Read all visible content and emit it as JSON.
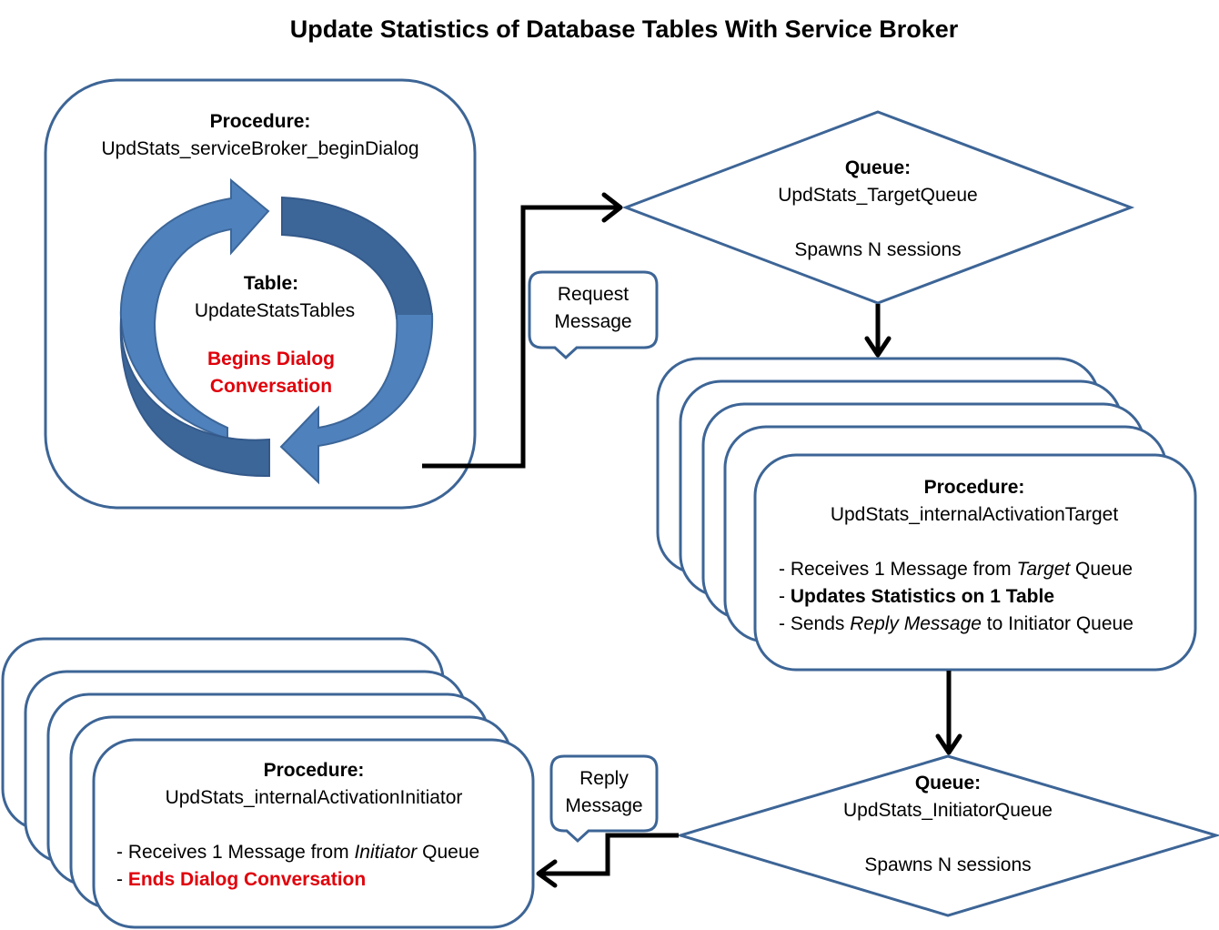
{
  "title": "Update Statistics of Database Tables With Service Broker",
  "colors": {
    "box_stroke": "#3d6596",
    "arrow_light": "#4f81bd",
    "arrow_dark": "#3c6698",
    "highlight_red": "#e0000a"
  },
  "begin_dialog_box": {
    "heading": "Procedure:",
    "name": "UpdStats_serviceBroker_beginDialog",
    "table_heading": "Table:",
    "table_name": "UpdateStatsTables",
    "action_line1": "Begins Dialog",
    "action_line2": "Conversation",
    "icon": "cycle-arrows-icon"
  },
  "request_callout": {
    "line1": "Request",
    "line2": "Message"
  },
  "target_queue": {
    "heading": "Queue:",
    "name": "UpdStats_TargetQueue",
    "note": "Spawns N sessions"
  },
  "target_procedure": {
    "heading": "Procedure:",
    "name": "UpdStats_internalActivationTarget",
    "stack_count": 5,
    "bullets": [
      {
        "prefix": "- Receives 1 Message from ",
        "em": "Target",
        "suffix": " Queue"
      },
      {
        "prefix": "- ",
        "bold": "Updates Statistics on 1 Table"
      },
      {
        "prefix": "- Sends ",
        "em": "Reply Message",
        "suffix": " to Initiator Queue"
      }
    ]
  },
  "initiator_queue": {
    "heading": "Queue:",
    "name": "UpdStats_InitiatorQueue",
    "note": "Spawns N sessions"
  },
  "reply_callout": {
    "line1": "Reply",
    "line2": "Message"
  },
  "initiator_procedure": {
    "heading": "Procedure:",
    "name": "UpdStats_internalActivationInitiator",
    "stack_count": 5,
    "bullets": [
      {
        "prefix": "- Receives 1 Message from ",
        "em": "Initiator",
        "suffix": " Queue"
      },
      {
        "prefix": "- ",
        "red": "Ends Dialog Conversation"
      }
    ]
  }
}
